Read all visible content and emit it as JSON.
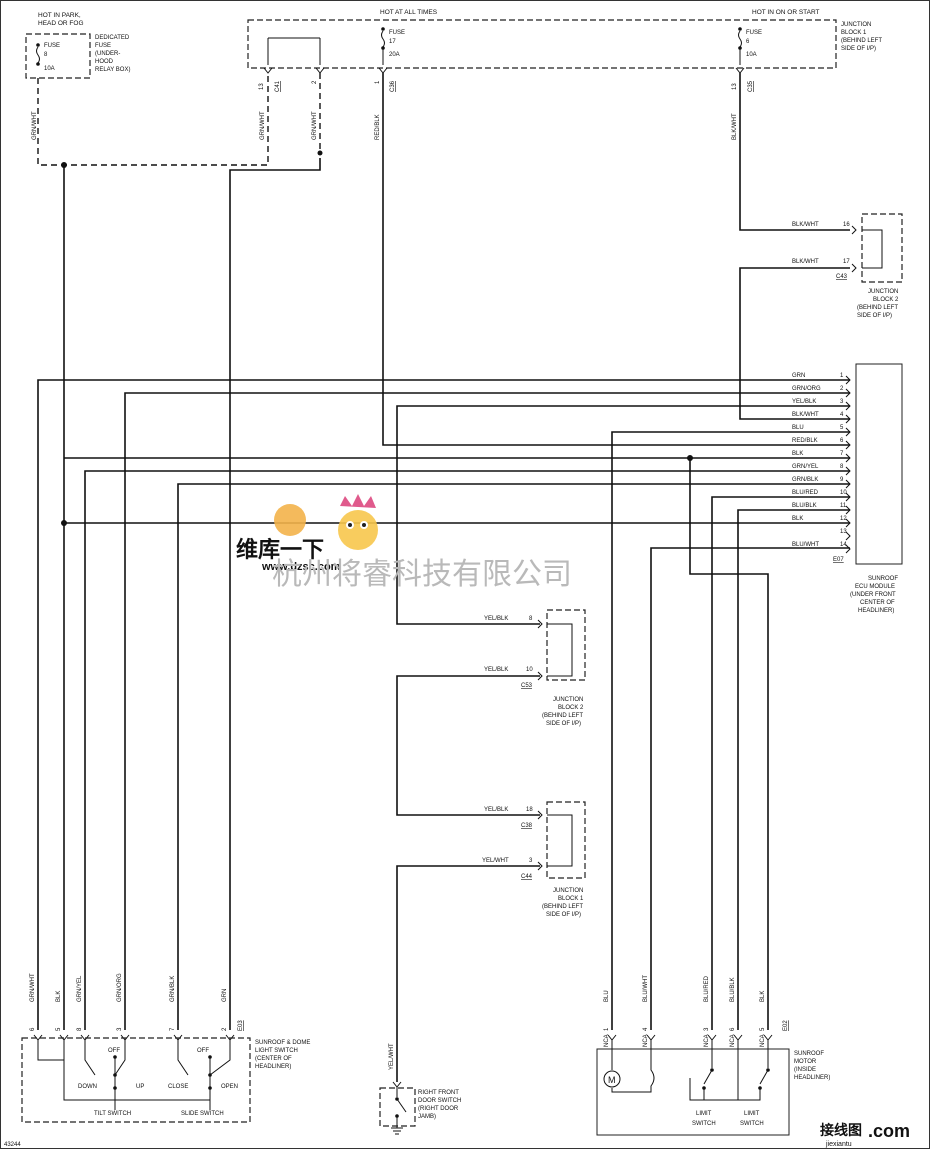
{
  "fuse_headers": {
    "hot_in_park": "HOT IN PARK,",
    "head_or_fog": "HEAD OR FOG",
    "hot_at_all_times": "HOT AT ALL TIMES",
    "hot_in_on_or_start": "HOT IN ON OR START"
  },
  "fuse_dedicated": {
    "l1": "FUSE",
    "l2": "8",
    "l3": "10A",
    "d1": "DEDICATED",
    "d2": "FUSE",
    "d3": "(UNDER-",
    "d4": "HOOD",
    "d5": "RELAY BOX)"
  },
  "fuse_17": {
    "l1": "FUSE",
    "l2": "17",
    "l3": "20A"
  },
  "fuse_6": {
    "l1": "FUSE",
    "l2": "6",
    "l3": "10A"
  },
  "junction_block_1_top": {
    "l1": "JUNCTION",
    "l2": "BLOCK 1",
    "l3": "(BEHIND LEFT",
    "l4": "SIDE OF I/P)"
  },
  "top_connectors": {
    "c41": "C41",
    "c36": "C36",
    "c35": "C35",
    "p13a": "13",
    "p2": "2",
    "p1": "1",
    "p13b": "13"
  },
  "top_wires": {
    "w1": "GRN/WHT",
    "w2": "GRN/WHT",
    "w3": "GRN/WHT",
    "w4": "RED/BLK",
    "w5": "BLK/WHT"
  },
  "c43_block": {
    "rows": [
      {
        "wire": "BLK/WHT",
        "pin": "16"
      },
      {
        "wire": "BLK/WHT",
        "pin": "17"
      }
    ],
    "connector": "C43",
    "label": {
      "l1": "JUNCTION",
      "l2": "BLOCK 2",
      "l3": "(BEHIND LEFT",
      "l4": "SIDE OF I/P)"
    }
  },
  "ecu": {
    "rows": [
      {
        "wire": "GRN",
        "pin": "1"
      },
      {
        "wire": "GRN/ORG",
        "pin": "2"
      },
      {
        "wire": "YEL/BLK",
        "pin": "3"
      },
      {
        "wire": "BLK/WHT",
        "pin": "4"
      },
      {
        "wire": "BLU",
        "pin": "5"
      },
      {
        "wire": "RED/BLK",
        "pin": "6"
      },
      {
        "wire": "BLK",
        "pin": "7"
      },
      {
        "wire": "GRN/YEL",
        "pin": "8"
      },
      {
        "wire": "GRN/BLK",
        "pin": "9"
      },
      {
        "wire": "BLU/RED",
        "pin": "10"
      },
      {
        "wire": "BLU/BLK",
        "pin": "11"
      },
      {
        "wire": "BLK",
        "pin": "12"
      },
      {
        "wire": "",
        "pin": "13"
      },
      {
        "wire": "BLU/WHT",
        "pin": "14"
      }
    ],
    "connector": "E07",
    "label": {
      "l1": "SUNROOF",
      "l2": "ECU MODULE",
      "l3": "(UNDER FRONT",
      "l4": "CENTER OF",
      "l5": "HEADLINER)"
    }
  },
  "c53_block": {
    "rows": [
      {
        "wire": "YEL/BLK",
        "pin": "8"
      },
      {
        "wire": "YEL/BLK",
        "pin": "10"
      }
    ],
    "connector": "C53",
    "label": {
      "l1": "JUNCTION",
      "l2": "BLOCK 2",
      "l3": "(BEHIND LEFT",
      "l4": "SIDE OF I/P)"
    }
  },
  "c38_block": {
    "rows": [
      {
        "wire": "YEL/BLK",
        "pin": "18",
        "conn": "C38"
      },
      {
        "wire": "YEL/WHT",
        "pin": "3",
        "conn": "C44"
      }
    ],
    "label": {
      "l1": "JUNCTION",
      "l2": "BLOCK 1",
      "l3": "(BEHIND LEFT",
      "l4": "SIDE OF I/P)"
    }
  },
  "switch_wires": [
    {
      "wire": "GRN/WHT",
      "pin": "6"
    },
    {
      "wire": "BLK",
      "pin": "5"
    },
    {
      "wire": "GRN/YEL",
      "pin": "8"
    },
    {
      "wire": "GRN/ORG",
      "pin": "3"
    },
    {
      "wire": "GRN/BLK",
      "pin": "7"
    },
    {
      "wire": "GRN",
      "pin": "2"
    }
  ],
  "switch_module": {
    "connector": "E03",
    "label": {
      "l1": "SUNROOF & DOME",
      "l2": "LIGHT SWITCH",
      "l3": "(CENTER OF",
      "l4": "HEADLINER)"
    },
    "off1": "OFF",
    "off2": "OFF",
    "down": "DOWN",
    "up": "UP",
    "close": "CLOSE",
    "open": "OPEN",
    "tilt": "TILT SWITCH",
    "slide": "SLIDE SWITCH"
  },
  "door_switch": {
    "wire": "YEL/WHT",
    "l1": "RIGHT FRONT",
    "l2": "DOOR SWITCH",
    "l3": "(RIGHT DOOR",
    "l4": "JAMB)"
  },
  "motor_wires": [
    {
      "wire": "BLU",
      "pin": "1",
      "nca": "NCA"
    },
    {
      "wire": "BLU/WHT",
      "pin": "4",
      "nca": "NCA"
    },
    {
      "wire": "BLU/RED",
      "pin": "3",
      "nca": "NCA"
    },
    {
      "wire": "BLU/BLK",
      "pin": "6",
      "nca": "NCA"
    },
    {
      "wire": "BLK",
      "pin": "5",
      "nca": "NCA"
    }
  ],
  "motor": {
    "connector": "E02",
    "symbol": "M",
    "label": {
      "l1": "SUNROOF",
      "l2": "MOTOR",
      "l3": "(INSIDE",
      "l4": "HEADLINER)"
    },
    "limit1a": "LIMIT",
    "limit1b": "SWITCH",
    "limit2a": "LIMIT",
    "limit2b": "SWITCH"
  },
  "watermark": {
    "line1": "维库一下",
    "url": "www.dzsc.com",
    "company": "杭州将睿科技有限公司",
    "site": "接线图",
    "domain": "jiexiantu",
    "dotcom": ".com"
  },
  "figure_number": "43244"
}
